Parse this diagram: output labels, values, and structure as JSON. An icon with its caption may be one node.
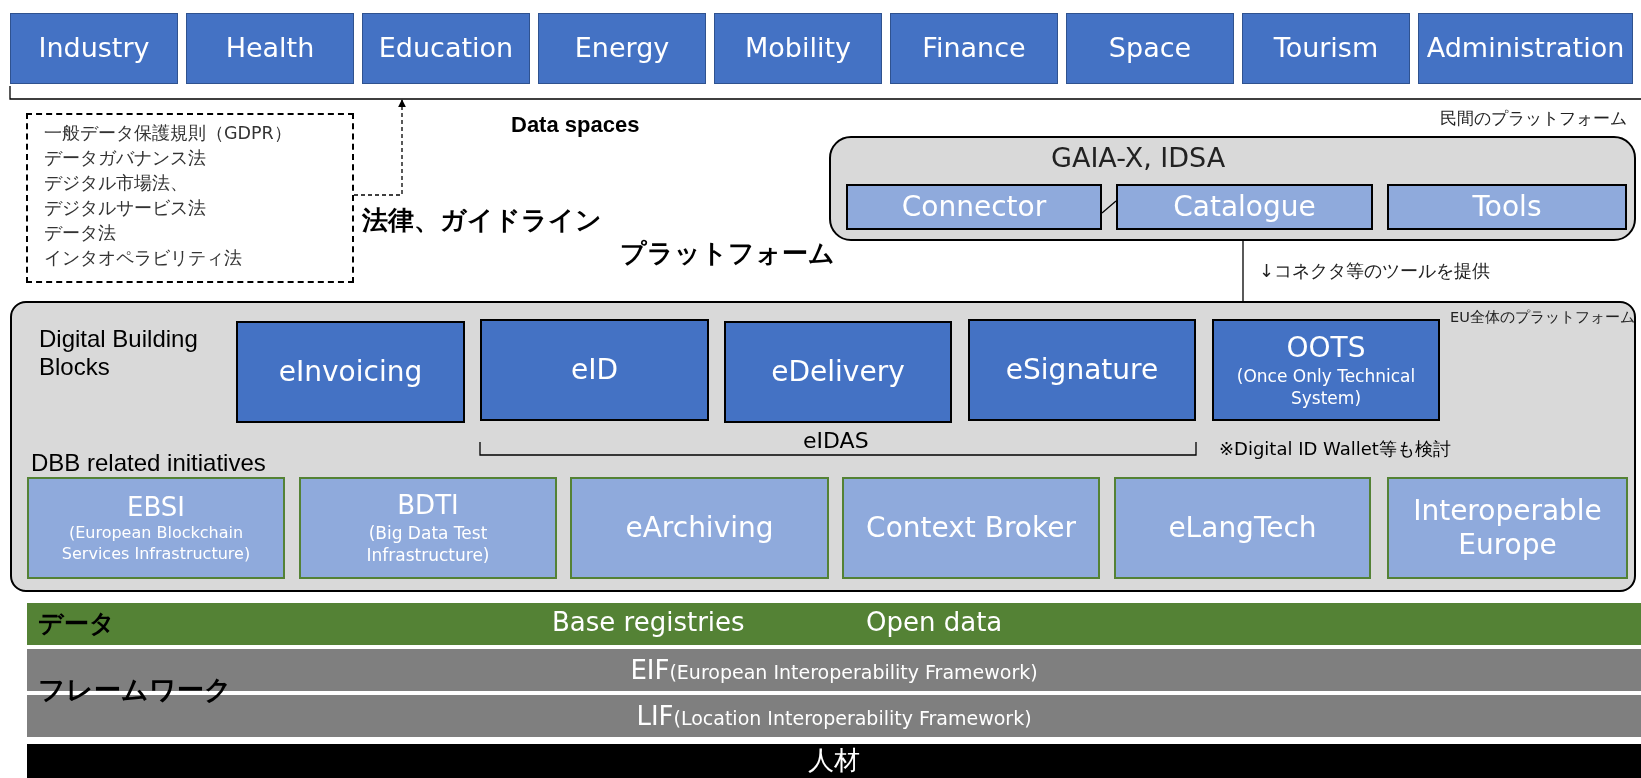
{
  "diagram": {
    "nodes": [
      {
        "text": [
          "Industry"
        ]
      },
      {
        "text": [
          "Health"
        ]
      },
      {
        "text": [
          "Education"
        ]
      },
      {
        "text": [
          "Energy"
        ]
      },
      {
        "text": [
          "Mobility"
        ]
      },
      {
        "text": [
          "Finance"
        ]
      },
      {
        "text": [
          "Space"
        ]
      },
      {
        "text": [
          "Tourism"
        ]
      },
      {
        "text": [
          "Administration"
        ]
      },
      {
        "text": [
          "一般データ保護規則（GDPR）",
          "データガバナンス法",
          "デジタル市場法、",
          "デジタルサービス法",
          "データ法",
          "インタオペラビリティ法"
        ]
      },
      {
        "text": [
          "GAIA-X, IDSA"
        ],
        "beside": [
          "民間のプラットフォーム"
        ]
      },
      {
        "text": [
          "Connector"
        ],
        "in": 10
      },
      {
        "text": [
          "Catalogue"
        ],
        "in": 10
      },
      {
        "text": [
          "Tools"
        ],
        "in": 10
      },
      {
        "text": [
          "Digital Building Blocks",
          "DBB related initiatives"
        ],
        "beside": [
          "EU全体のプラットフォーム"
        ]
      },
      {
        "text": [
          "eInvoicing"
        ],
        "in": 14
      },
      {
        "text": [
          "eID"
        ],
        "in": 14
      },
      {
        "text": [
          "eDelivery"
        ],
        "in": 14
      },
      {
        "text": [
          "eSignature"
        ],
        "in": 14
      },
      {
        "text": [
          "OOTS",
          "(Once Only Technical System)"
        ],
        "in": 14
      },
      {
        "text": [
          "EBSI",
          "(European Blockchain Services Infrastructure)"
        ],
        "in": 14
      },
      {
        "text": [
          "BDTI",
          "(Big Data Test Infrastructure)"
        ],
        "in": 14
      },
      {
        "text": [
          "eArchiving"
        ],
        "in": 14
      },
      {
        "text": [
          "Context Broker"
        ],
        "in": 14
      },
      {
        "text": [
          "eLangTech"
        ],
        "in": 14
      },
      {
        "text": [
          "Interoperable Europe"
        ],
        "in": 14
      },
      {
        "text": [
          "データ",
          "Base registries",
          "Open data"
        ]
      },
      {
        "text": [
          "EIF(European Interoperability Framework)"
        ]
      },
      {
        "text": [
          "LIF(Location Interoperability Framework)"
        ]
      },
      {
        "text": [
          "人材"
        ]
      },
      {
        "text": [],
        "shape": "bracket"
      }
    ],
    "edges": [
      {
        "from": 9,
        "to": 30,
        "arrow": "to",
        "style": "dashed"
      },
      {
        "from": 11,
        "to": 12,
        "arrow": "none"
      },
      {
        "from": 10,
        "to": 14,
        "arrow": "none",
        "label": "↓コネクタ等のツールを提供"
      }
    ],
    "labels": [
      "Data spaces",
      "法律、ガイドライン",
      "プラットフォーム",
      "eIDAS",
      "※Digital ID Wallet等も検討",
      "フレームワーク"
    ]
  }
}
